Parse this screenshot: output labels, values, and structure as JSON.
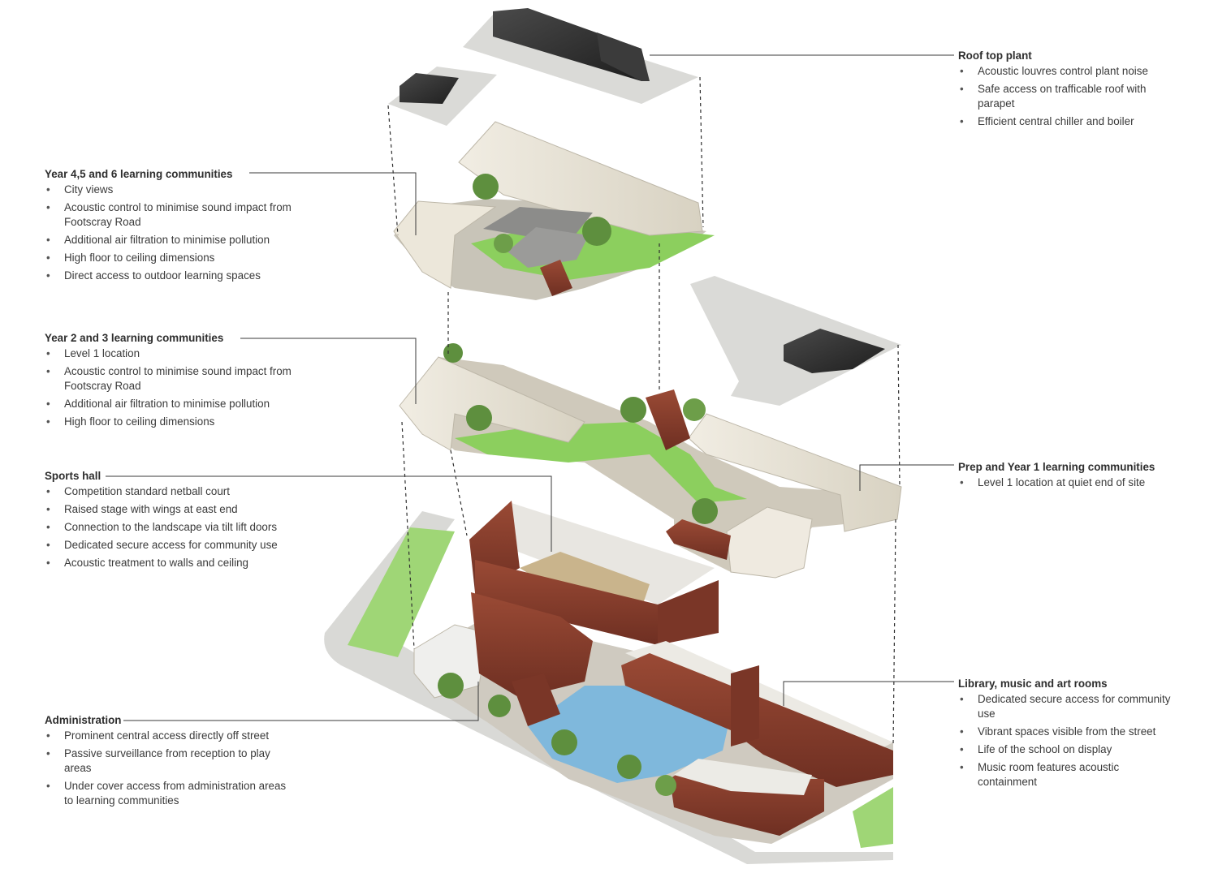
{
  "annotations": {
    "roof_top_plant": {
      "title": "Roof top plant",
      "items": [
        "Acoustic louvres control plant noise",
        "Safe access on trafficable roof with parapet",
        "Efficient central chiller and boiler"
      ]
    },
    "year_456": {
      "title": "Year 4,5 and 6 learning communities",
      "items": [
        "City views",
        "Acoustic control to minimise sound impact from Footscray Road",
        "Additional air filtration to minimise pollution",
        "High floor to ceiling dimensions",
        "Direct access to outdoor learning spaces"
      ]
    },
    "year_23": {
      "title": "Year 2 and 3 learning communities",
      "items": [
        "Level 1 location",
        "Acoustic control to minimise sound impact from Footscray Road",
        "Additional air filtration to minimise pollution",
        "High floor to ceiling dimensions"
      ]
    },
    "prep_year1": {
      "title": "Prep and Year 1 learning communities",
      "items": [
        "Level 1 location at quiet end of site"
      ]
    },
    "sports_hall": {
      "title": "Sports hall",
      "items": [
        "Competition standard netball court",
        "Raised stage with wings at east end",
        "Connection to the landscape via tilt lift doors",
        "Dedicated secure access for community use",
        "Acoustic treatment to walls and ceiling"
      ]
    },
    "library": {
      "title": "Library, music and art rooms",
      "items": [
        "Dedicated secure access for community use",
        "Vibrant spaces visible from the street",
        "Life of the school on display",
        "Music room features acoustic containment"
      ]
    },
    "administration": {
      "title": "Administration",
      "items": [
        "Prominent central access directly off street",
        "Passive surveillance from reception to play areas",
        "Under cover access from administration areas to learning communities"
      ]
    }
  },
  "colors": {
    "leader_line": "#3a3a3a",
    "slab": "#d9d9d6",
    "plant_box": "#2b2b2b",
    "brick": "#8a3e2c",
    "lawn": "#8ccf5e",
    "pool": "#7fb8dc",
    "wall_cream": "#e6e1d3"
  }
}
